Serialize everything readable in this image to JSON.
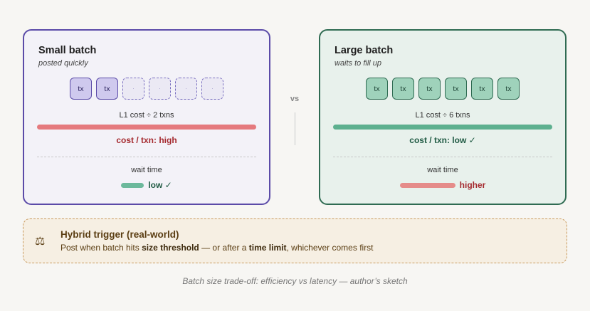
{
  "small": {
    "title": "Small batch",
    "subtitle": "posted quickly",
    "slots": [
      {
        "label": "tx",
        "filled": true
      },
      {
        "label": "tx",
        "filled": true
      },
      {
        "label": "·",
        "filled": false
      },
      {
        "label": "·",
        "filled": false
      },
      {
        "label": "·",
        "filled": false
      },
      {
        "label": "·",
        "filled": false
      }
    ],
    "l1_label": "L1 cost ÷ 2 txns",
    "cost_label": "cost / txn: high",
    "wait_title": "wait time",
    "wait_value": "low ✓"
  },
  "vs": "vs",
  "large": {
    "title": "Large batch",
    "subtitle": "waits to fill up",
    "slots": [
      {
        "label": "tx",
        "filled": true
      },
      {
        "label": "tx",
        "filled": true
      },
      {
        "label": "tx",
        "filled": true
      },
      {
        "label": "tx",
        "filled": true
      },
      {
        "label": "tx",
        "filled": true
      },
      {
        "label": "tx",
        "filled": true
      }
    ],
    "l1_label": "L1 cost ÷ 6 txns",
    "cost_label": "cost / txn: low ✓",
    "wait_title": "wait time",
    "wait_value": "higher"
  },
  "hybrid": {
    "icon": "scale-icon",
    "title": "Hybrid trigger (real-world)",
    "text_before": "Post when batch hits ",
    "threshold": "size threshold",
    "text_middle": " — or after a ",
    "time_limit": "time limit",
    "text_after": ", whichever comes first"
  },
  "caption": "Batch size trade-off: efficiency vs latency — author’s sketch"
}
